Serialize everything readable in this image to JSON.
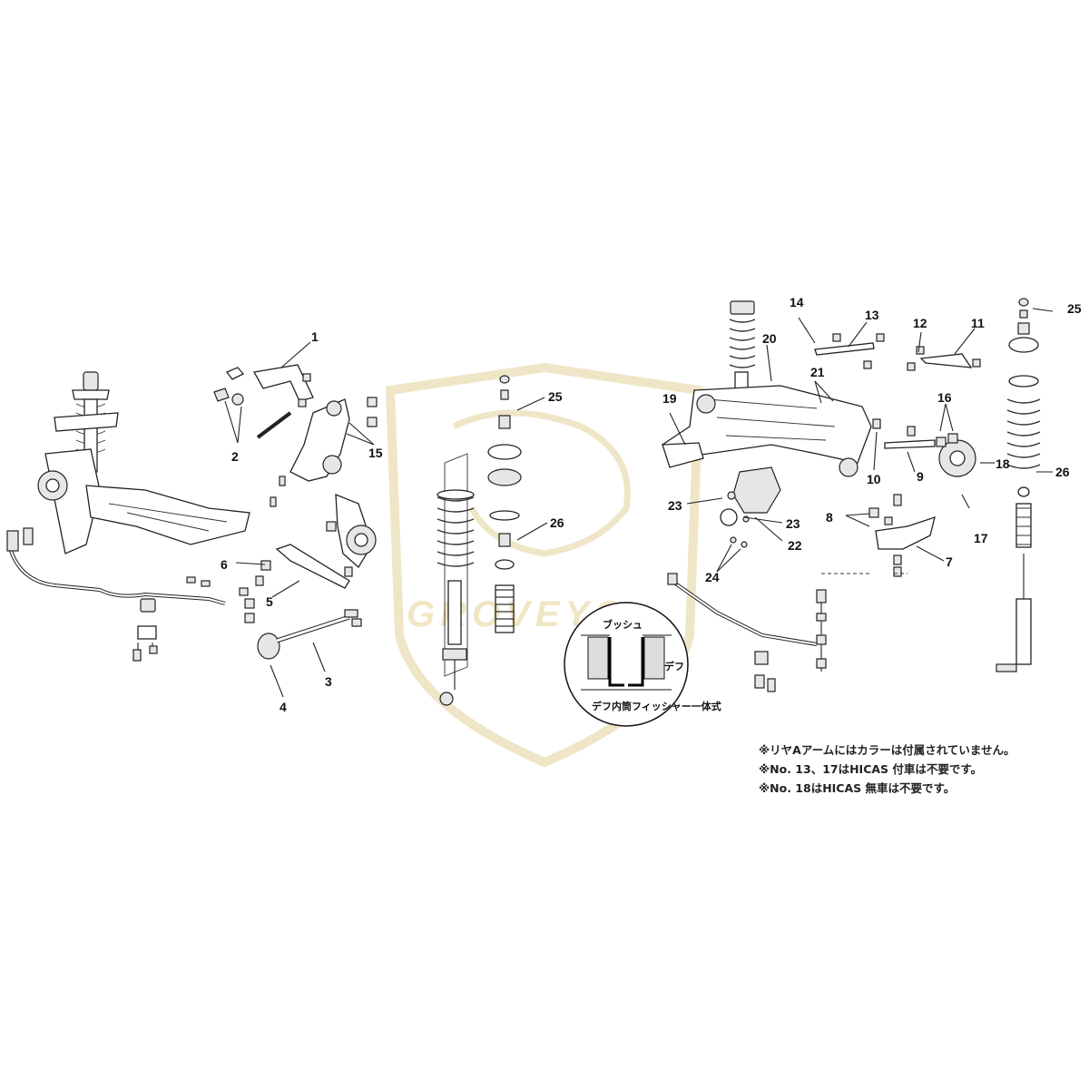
{
  "watermark": {
    "text": "GROVEYO",
    "color": "#efe6c8"
  },
  "callouts": {
    "c1": "1",
    "c2": "2",
    "c3": "3",
    "c4": "4",
    "c5": "5",
    "c6": "6",
    "c7": "7",
    "c8": "8",
    "c9": "9",
    "c10": "10",
    "c11": "11",
    "c12": "12",
    "c13": "13",
    "c14": "14",
    "c15": "15",
    "c16": "16",
    "c17": "17",
    "c18": "18",
    "c19": "19",
    "c20": "20",
    "c21": "21",
    "c22": "22",
    "c23a": "23",
    "c23b": "23",
    "c24": "24",
    "c25a": "25",
    "c25b": "25",
    "c26a": "26",
    "c26b": "26"
  },
  "inset": {
    "bush_label": "ブッシュ",
    "diff_label": "デフ",
    "caption": "デフ内筒フィッシャー一体式"
  },
  "notes": [
    "※リヤAアームにはカラーは付属されていません。",
    "※No. 13、17はHICAS 付車は不要です。",
    "※No. 18はHICAS 無車は不要です。"
  ]
}
